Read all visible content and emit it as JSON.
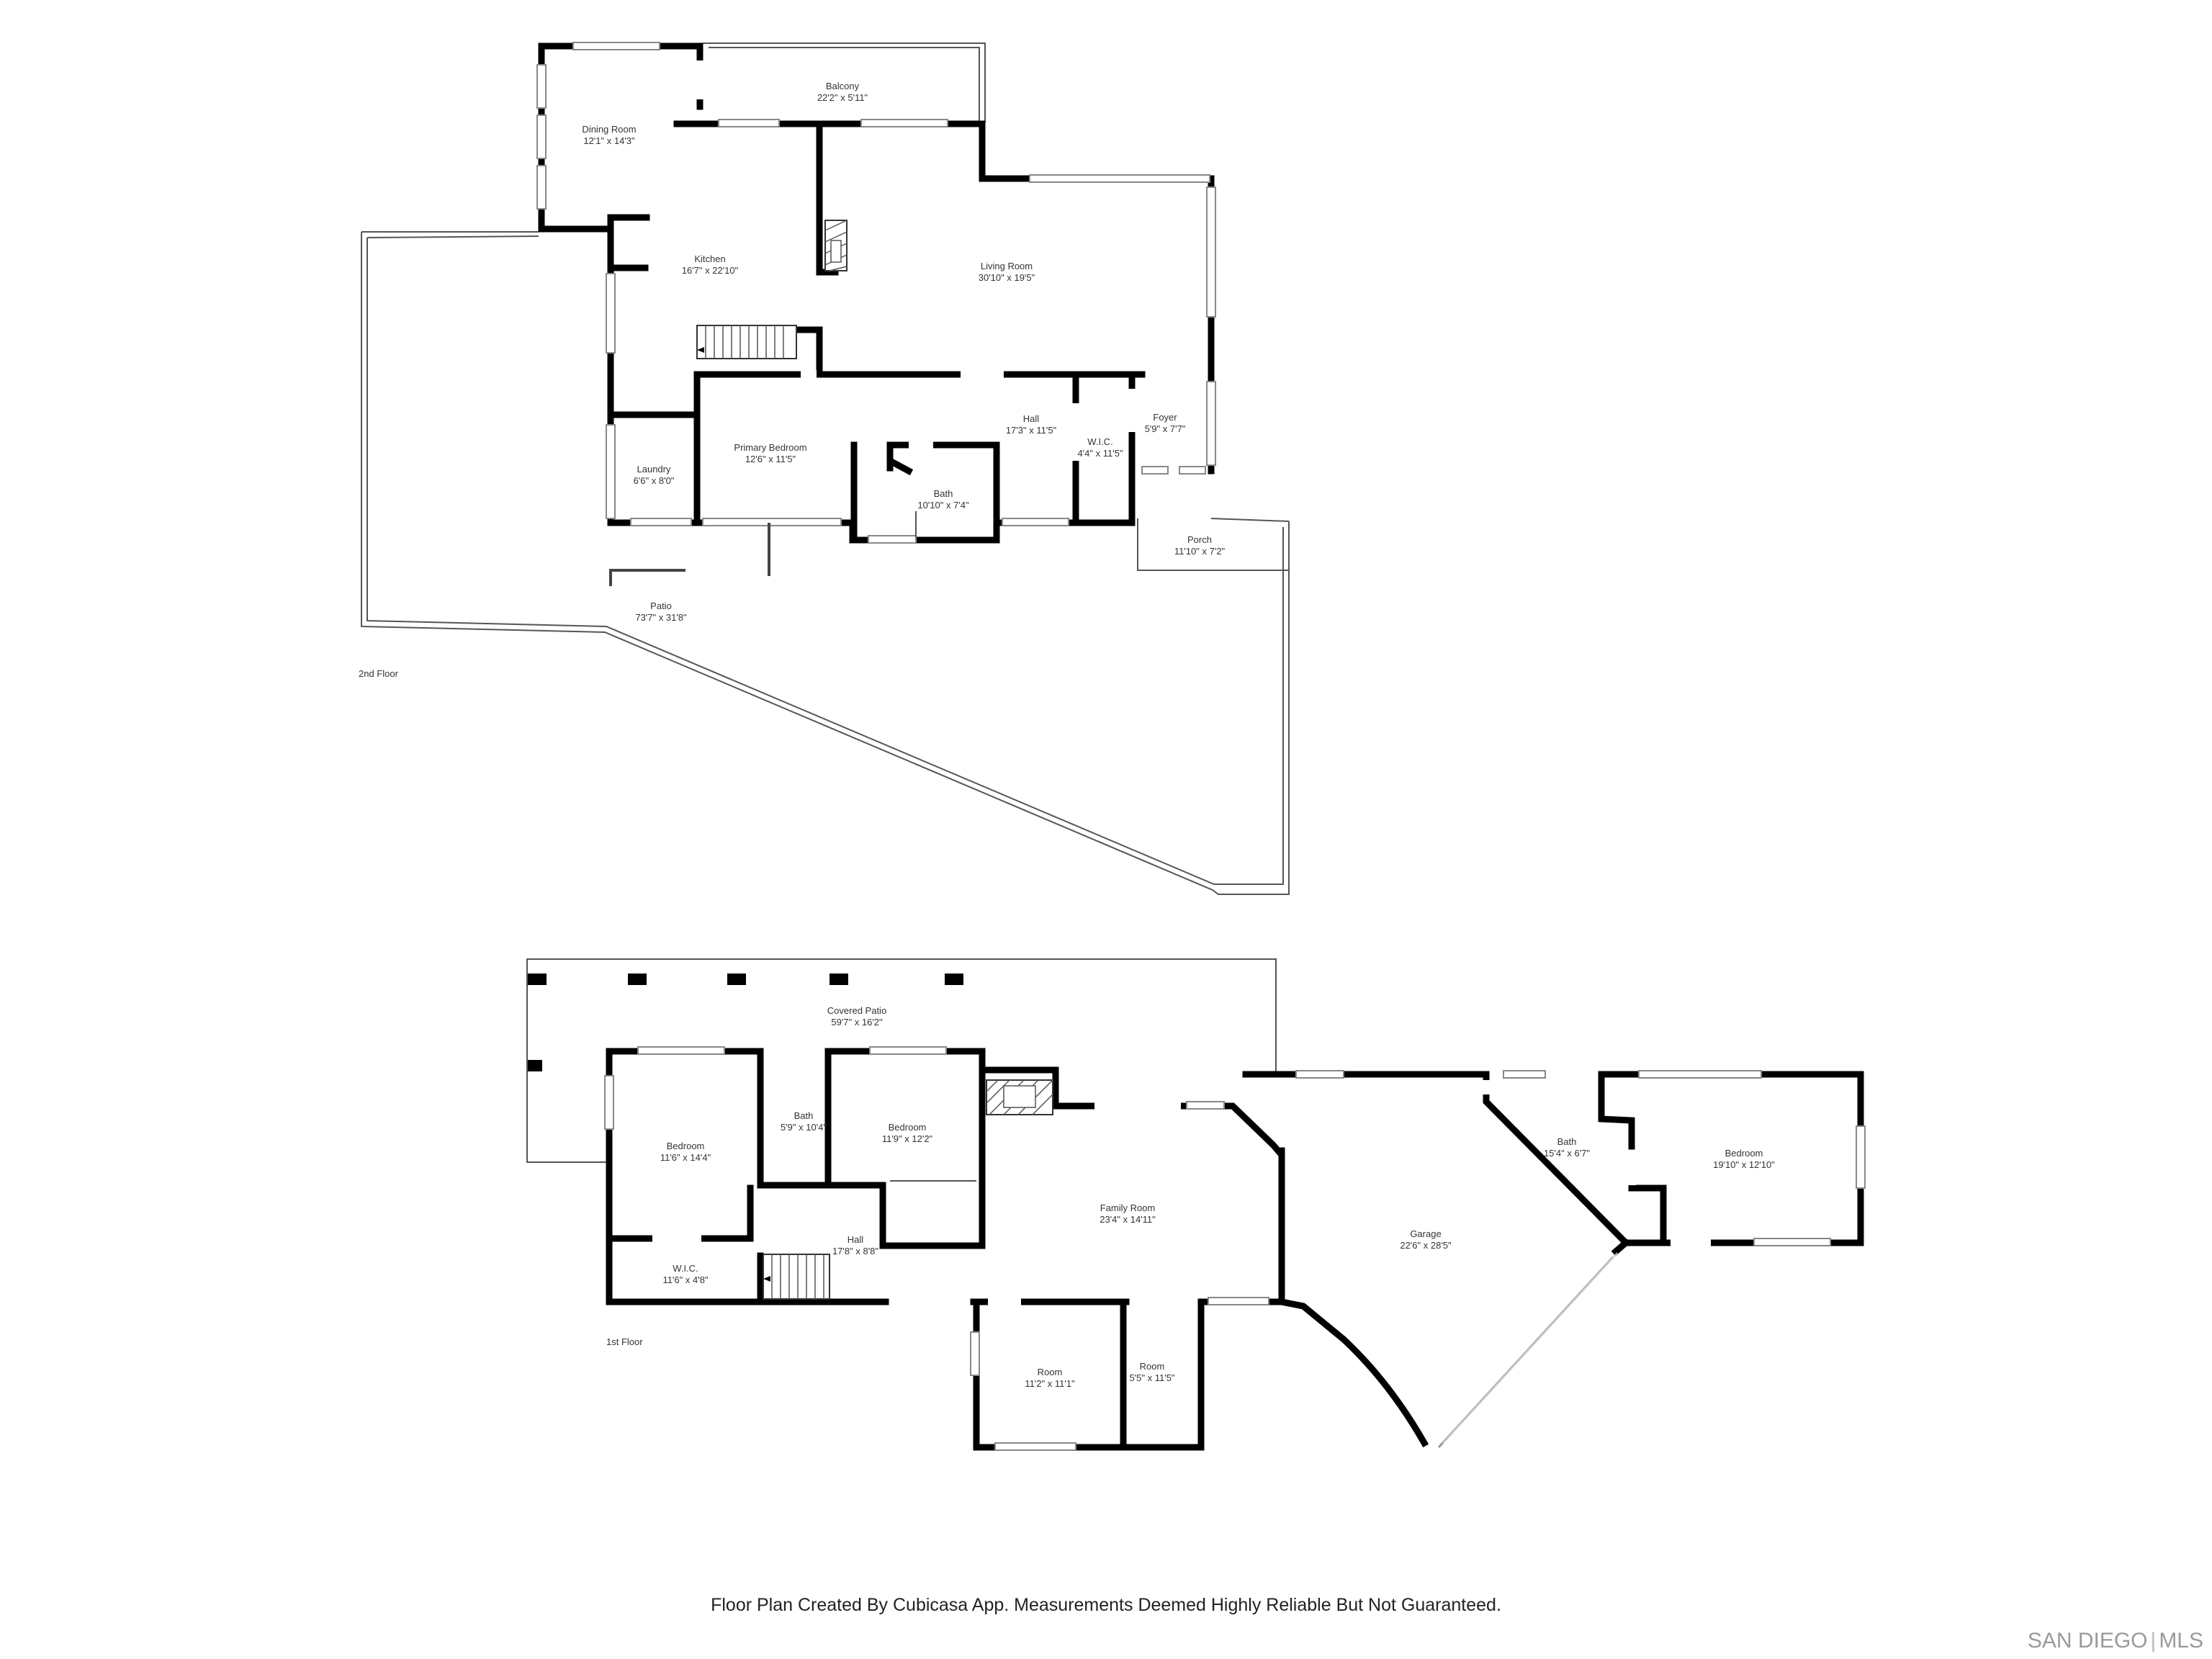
{
  "floors": {
    "upper": {
      "label": "2nd Floor",
      "rooms": {
        "balcony": {
          "name": "Balcony",
          "dims": "22'2\" x 5'11\""
        },
        "dining": {
          "name": "Dining Room",
          "dims": "12'1\" x 14'3\""
        },
        "kitchen": {
          "name": "Kitchen",
          "dims": "16'7\" x 22'10\""
        },
        "living": {
          "name": "Living Room",
          "dims": "30'10\" x 19'5\""
        },
        "hall": {
          "name": "Hall",
          "dims": "17'3\" x 11'5\""
        },
        "wic": {
          "name": "W.I.C.",
          "dims": "4'4\" x 11'5\""
        },
        "foyer": {
          "name": "Foyer",
          "dims": "5'9\" x 7'7\""
        },
        "primary_bedroom": {
          "name": "Primary Bedroom",
          "dims": "12'6\" x 11'5\""
        },
        "laundry": {
          "name": "Laundry",
          "dims": "6'6\" x 8'0\""
        },
        "bath": {
          "name": "Bath",
          "dims": "10'10\" x 7'4\""
        },
        "porch": {
          "name": "Porch",
          "dims": "11'10\" x 7'2\""
        },
        "patio": {
          "name": "Patio",
          "dims": "73'7\" x 31'8\""
        }
      }
    },
    "lower": {
      "label": "1st Floor",
      "rooms": {
        "covered_patio": {
          "name": "Covered Patio",
          "dims": "59'7\" x 16'2\""
        },
        "bedroom_a": {
          "name": "Bedroom",
          "dims": "11'6\" x 14'4\""
        },
        "bath_a": {
          "name": "Bath",
          "dims": "5'9\" x 10'4\""
        },
        "bedroom_b": {
          "name": "Bedroom",
          "dims": "11'9\" x 12'2\""
        },
        "family": {
          "name": "Family Room",
          "dims": "23'4\" x 14'11\""
        },
        "hall": {
          "name": "Hall",
          "dims": "17'8\" x 8'8\""
        },
        "wic": {
          "name": "W.I.C.",
          "dims": "11'6\" x 4'8\""
        },
        "room_a": {
          "name": "Room",
          "dims": "11'2\" x 11'1\""
        },
        "room_b": {
          "name": "Room",
          "dims": "5'5\" x 11'5\""
        },
        "garage": {
          "name": "Garage",
          "dims": "22'6\" x 28'5\""
        },
        "bath_b": {
          "name": "Bath",
          "dims": "15'4\" x 6'7\""
        },
        "bedroom_c": {
          "name": "Bedroom",
          "dims": "19'10\" x 12'10\""
        }
      }
    }
  },
  "footer": {
    "disclaimer": "Floor Plan Created By Cubicasa App. Measurements Deemed Highly Reliable But Not Guaranteed.",
    "brand_left": "SAN DIEGO",
    "brand_sep": "|",
    "brand_right": "MLS"
  },
  "colors": {
    "wall": "#000000",
    "text": "#333333",
    "brand": "#9a9a9a"
  }
}
